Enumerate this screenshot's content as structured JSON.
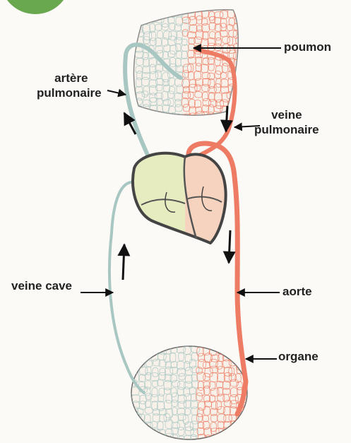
{
  "labels": {
    "poumon": "poumon",
    "artere_line1": "artère",
    "artere_line2": "pulmonaire",
    "veine_pulm_line1": "veine",
    "veine_pulm_line2": "pulmonaire",
    "veine_cave": "veine cave",
    "aorte": "aorte",
    "organe": "organe"
  },
  "colors": {
    "oxygenated": "#ee7c64",
    "deoxygenated": "#a9c7c2",
    "heart_fill": "#e6ecc0",
    "badge": "#6aa84f",
    "outline": "#4a4a4a"
  }
}
